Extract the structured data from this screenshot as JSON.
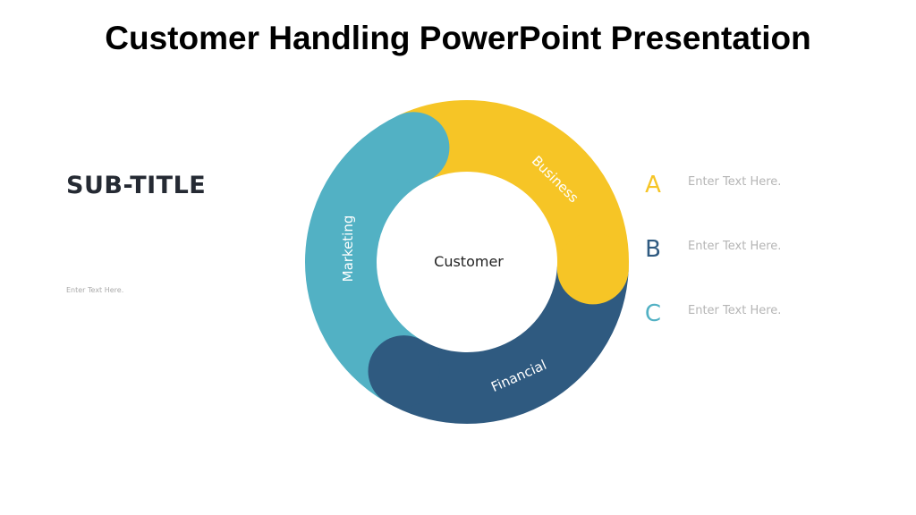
{
  "title": "Customer Handling PowerPoint Presentation",
  "subtitle": "SUB-TITLE",
  "subtitle_text": "Enter Text Here.",
  "diagram": {
    "center_label": "Customer",
    "segments": [
      {
        "label": "Marketing",
        "color": "#52b1c4"
      },
      {
        "label": "Business",
        "color": "#f6c526"
      },
      {
        "label": "Financial",
        "color": "#2f5a80"
      }
    ]
  },
  "items": [
    {
      "letter": "A",
      "text": "Enter Text Here.",
      "color": "#f6c526"
    },
    {
      "letter": "B",
      "text": "Enter Text Here.",
      "color": "#2f5a80"
    },
    {
      "letter": "C",
      "text": "Enter Text Here.",
      "color": "#52b1c4"
    }
  ]
}
